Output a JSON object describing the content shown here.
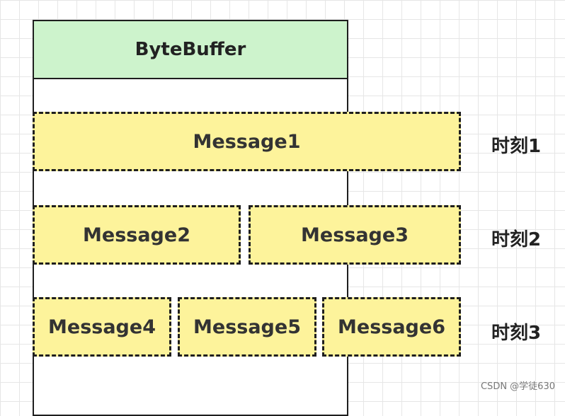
{
  "buffer": {
    "label": "ByteBuffer"
  },
  "rows": [
    {
      "time_label": "时刻1",
      "messages": [
        "Message1"
      ]
    },
    {
      "time_label": "时刻2",
      "messages": [
        "Message2",
        "Message3"
      ]
    },
    {
      "time_label": "时刻3",
      "messages": [
        "Message4",
        "Message5",
        "Message6"
      ]
    }
  ],
  "watermark": "CSDN @学徒630",
  "colors": {
    "buffer_header_fill": "#cdf3cc",
    "message_fill": "#fdf39b",
    "stroke": "#1e1e1e",
    "grid": "#e6e6e6"
  }
}
